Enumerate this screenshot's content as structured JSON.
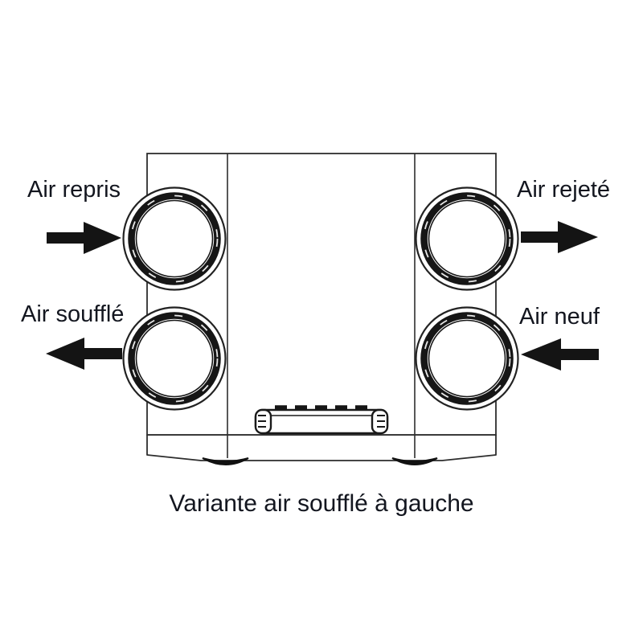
{
  "meta": {
    "background_color": "#ffffff",
    "outline_color": "#2d2d2d",
    "ink_color": "#141414",
    "label_color": "#13161f"
  },
  "diagram": {
    "subject": "ventilation-unit-front-view",
    "caption": "Variante air soufflé à gauche",
    "labels": {
      "top_left": {
        "text": "Air repris",
        "arrow_direction": "right"
      },
      "top_right": {
        "text": "Air rejeté",
        "arrow_direction": "right"
      },
      "bottom_left": {
        "text": "Air soufflé",
        "arrow_direction": "left"
      },
      "bottom_right": {
        "text": "Air neuf",
        "arrow_direction": "left"
      }
    }
  }
}
